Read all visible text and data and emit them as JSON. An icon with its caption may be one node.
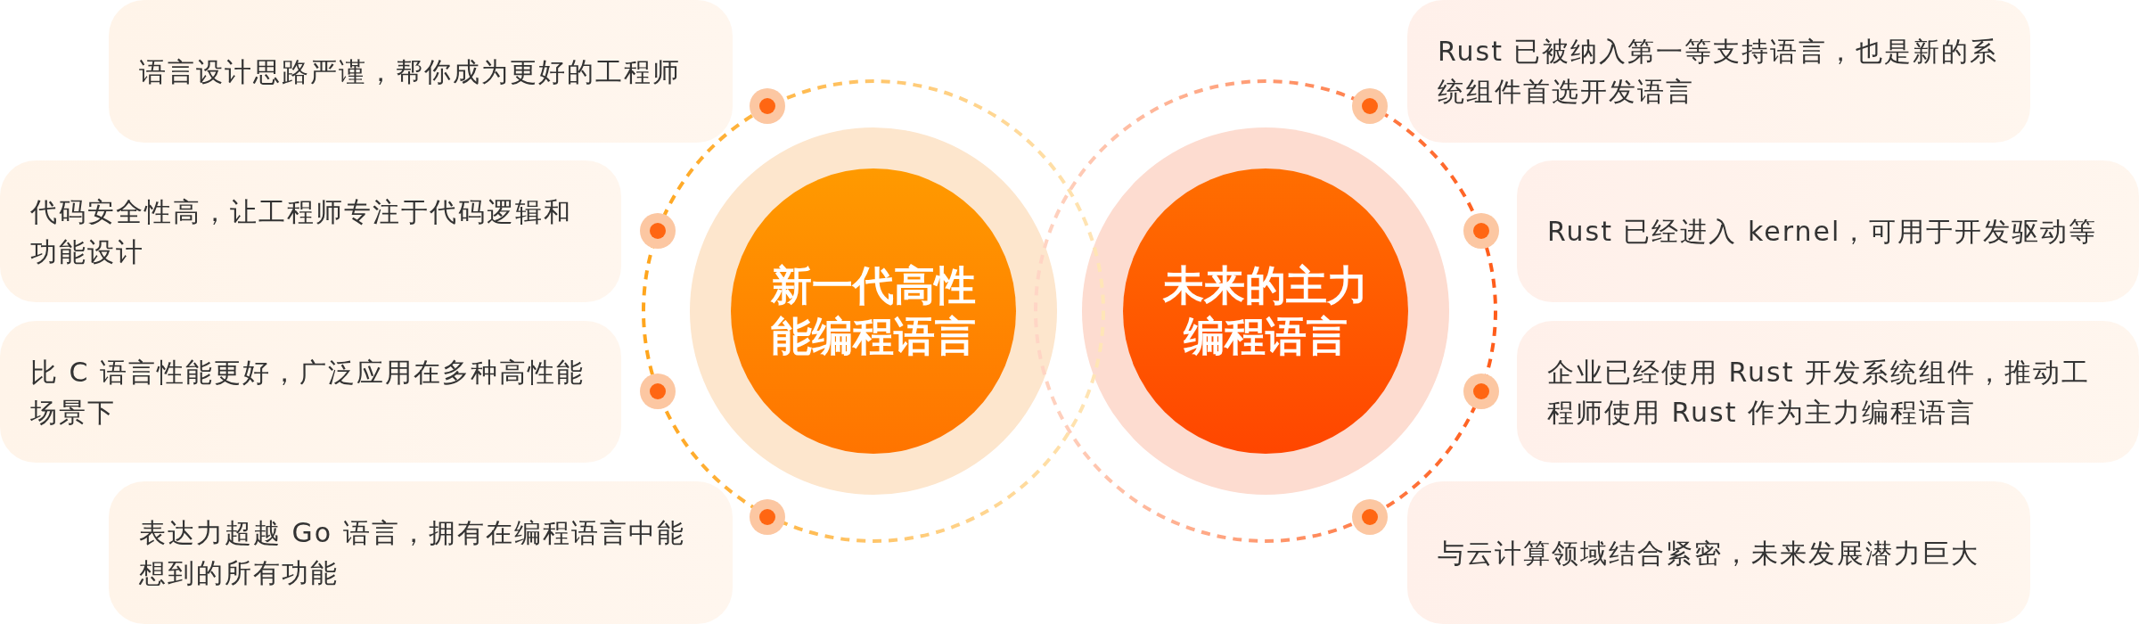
{
  "diagram": {
    "nodes": [
      {
        "text": [
          "新一代高性能编程语言"
        ]
      },
      {
        "text": [
          "语言设计思路严谨，帮你成为更好的工程师"
        ]
      },
      {
        "text": [
          "代码安全性高，让工程师专注于代码逻辑和功能设计"
        ]
      },
      {
        "text": [
          "比 C 语言性能更好，广泛应用在多种高性能场景下"
        ]
      },
      {
        "text": [
          "表达力超越 Go 语言，拥有在编程语言中能想到的所有功能"
        ]
      },
      {
        "text": [
          "未来的主力编程语言"
        ]
      },
      {
        "text": [
          "Rust 已被纳入第一等支持语言，也是新的系统组件首选开发语言"
        ]
      },
      {
        "text": [
          "Rust 已经进入 kernel，可用于开发驱动等"
        ]
      },
      {
        "text": [
          "企业已经使用 Rust 开发系统组件，推动工程师使用 Rust 作为主力编程语言"
        ]
      },
      {
        "text": [
          "与云计算领域结合紧密，未来发展潜力巨大"
        ]
      }
    ]
  }
}
